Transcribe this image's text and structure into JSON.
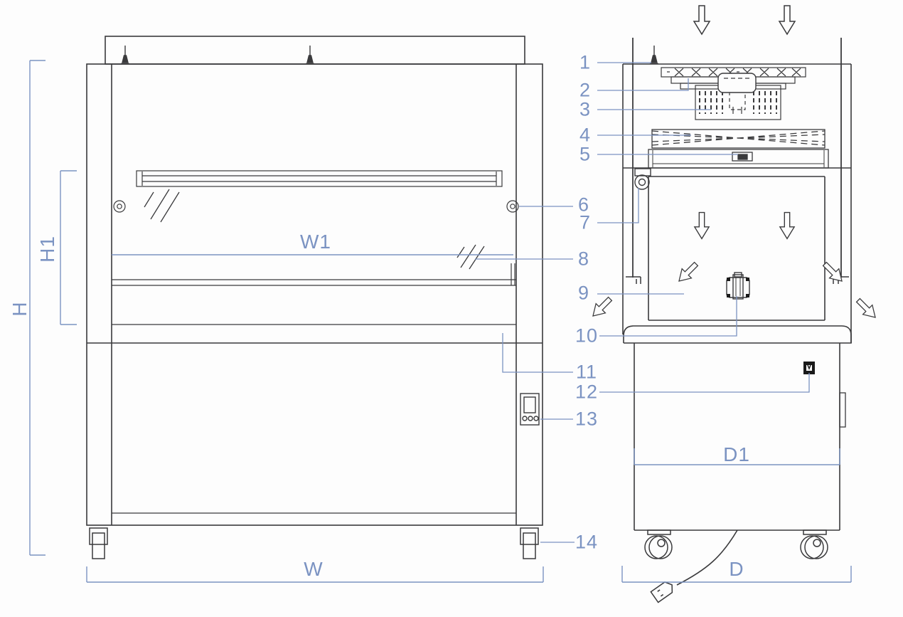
{
  "drawing": {
    "kind": "clean-bench-technical-drawing",
    "views": {
      "left": "front-elevation",
      "right": "side-section"
    }
  },
  "colors": {
    "annotation_blue": "#7b93c2",
    "linework_dark": "#3a3a3c",
    "background": "#fdfdfd"
  },
  "dimensions": {
    "h": "H",
    "h1": "H1",
    "w": "W",
    "w1": "W1",
    "d": "D",
    "d1": "D1"
  },
  "callouts": [
    {
      "label": "1"
    },
    {
      "label": "2"
    },
    {
      "label": "3"
    },
    {
      "label": "4"
    },
    {
      "label": "5"
    },
    {
      "label": "6"
    },
    {
      "label": "7"
    },
    {
      "label": "8"
    },
    {
      "label": "9"
    },
    {
      "label": "10"
    },
    {
      "label": "11"
    },
    {
      "label": "12"
    },
    {
      "label": "13"
    },
    {
      "label": "14"
    }
  ]
}
